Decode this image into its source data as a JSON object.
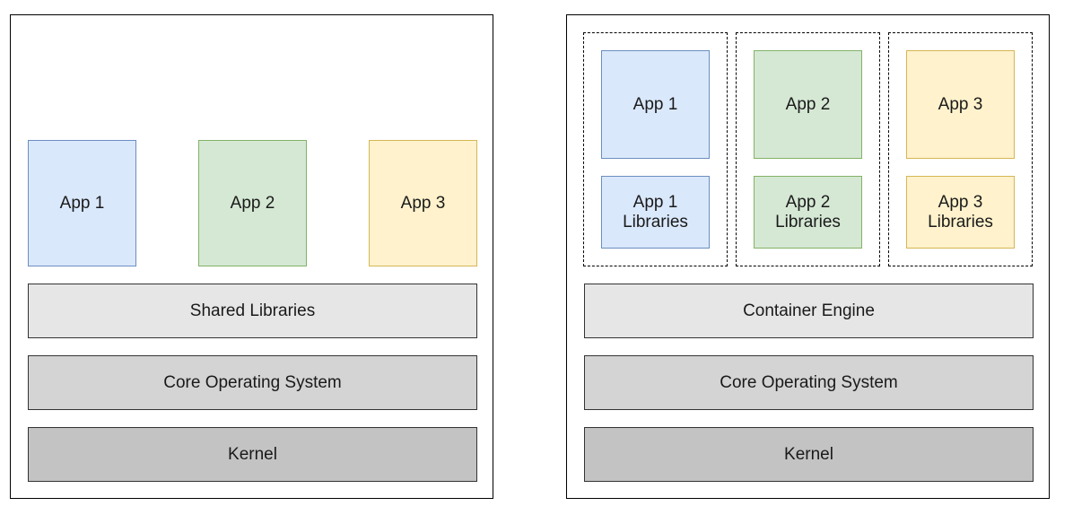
{
  "left_diagram": {
    "apps": [
      {
        "label": "App 1"
      },
      {
        "label": "App 2"
      },
      {
        "label": "App 3"
      }
    ],
    "layers": {
      "libraries": "Shared Libraries",
      "os": "Core Operating System",
      "kernel": "Kernel"
    }
  },
  "right_diagram": {
    "containers": [
      {
        "app": "App 1",
        "libraries": "App 1\nLibraries"
      },
      {
        "app": "App 2",
        "libraries": "App 2\nLibraries"
      },
      {
        "app": "App 3",
        "libraries": "App 3\nLibraries"
      }
    ],
    "layers": {
      "engine": "Container Engine",
      "os": "Core Operating System",
      "kernel": "Kernel"
    }
  },
  "colors": {
    "app1_fill": "#dae8fc",
    "app1_border": "#6c8ebf",
    "app2_fill": "#d5e8d4",
    "app2_border": "#82b366",
    "app3_fill": "#fff2cc",
    "app3_border": "#d6b656",
    "libraries_layer": "#e6e6e6",
    "os_layer": "#d4d4d4",
    "kernel_layer": "#c3c3c3"
  }
}
